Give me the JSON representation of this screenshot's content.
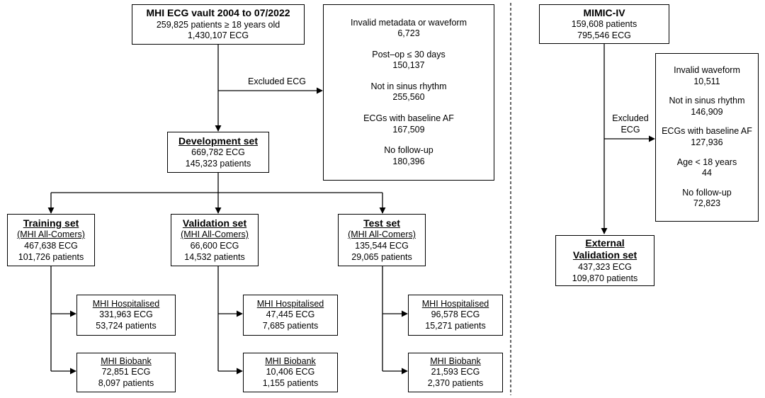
{
  "left": {
    "vault": {
      "title": "MHI ECG vault 2004 to 07/2022",
      "line1": "259,825 patients ≥ 18 years old",
      "line2": "1,430,107 ECG"
    },
    "excluded_label": "Excluded ECG",
    "exclusions": [
      {
        "label": "Invalid metadata or waveform",
        "value": "6,723"
      },
      {
        "label": "Post–op ≤ 30 days",
        "value": "150,137"
      },
      {
        "label": "Not in sinus rhythm",
        "value": "255,560"
      },
      {
        "label": "ECGs with baseline AF",
        "value": "167,509"
      },
      {
        "label": "No follow-up",
        "value": "180,396"
      }
    ],
    "development": {
      "title": "Development set",
      "line1": "669,782 ECG",
      "line2": "145,323 patients"
    },
    "splits": [
      {
        "title": "Training set",
        "subtitle": "(MHI All-Comers)",
        "line1": "467,638 ECG",
        "line2": "101,726 patients",
        "hospitalised": {
          "title": "MHI Hospitalised",
          "line1": "331,963 ECG",
          "line2": "53,724 patients"
        },
        "biobank": {
          "title": "MHI Biobank",
          "line1": "72,851 ECG",
          "line2": "8,097 patients"
        }
      },
      {
        "title": "Validation set",
        "subtitle": "(MHI All-Comers)",
        "line1": "66,600 ECG",
        "line2": "14,532 patients",
        "hospitalised": {
          "title": "MHI Hospitalised",
          "line1": "47,445 ECG",
          "line2": "7,685 patients"
        },
        "biobank": {
          "title": "MHI Biobank",
          "line1": "10,406 ECG",
          "line2": "1,155 patients"
        }
      },
      {
        "title": "Test set",
        "subtitle": "(MHI All-Comers)",
        "line1": "135,544 ECG",
        "line2": "29,065 patients",
        "hospitalised": {
          "title": "MHI Hospitalised",
          "line1": "96,578 ECG",
          "line2": "15,271 patients"
        },
        "biobank": {
          "title": "MHI Biobank",
          "line1": "21,593 ECG",
          "line2": "2,370 patients"
        }
      }
    ]
  },
  "right": {
    "mimic": {
      "title": "MIMIC-IV",
      "line1": "159,608 patients",
      "line2": "795,546 ECG"
    },
    "excluded_label_line1": "Excluded",
    "excluded_label_line2": "ECG",
    "exclusions": [
      {
        "label": "Invalid waveform",
        "value": "10,511"
      },
      {
        "label": "Not in sinus rhythm",
        "value": "146,909"
      },
      {
        "label": "ECGs with baseline AF",
        "value": "127,936"
      },
      {
        "label": "Age < 18 years",
        "value": "44"
      },
      {
        "label": "No follow-up",
        "value": "72,823"
      }
    ],
    "external": {
      "title_line1": "External",
      "title_line2": "Validation set",
      "line1": "437,323 ECG",
      "line2": "109,870 patients"
    }
  }
}
